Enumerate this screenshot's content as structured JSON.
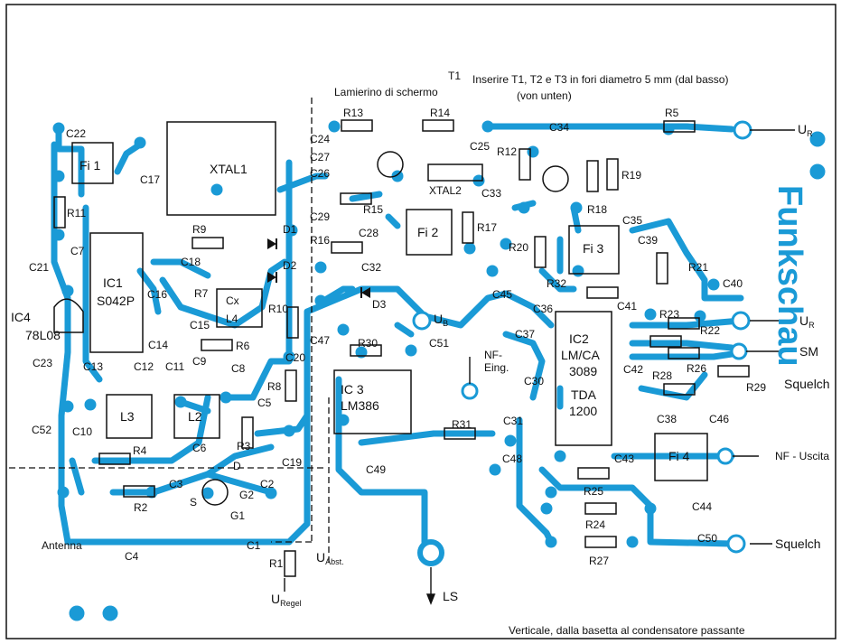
{
  "notes": {
    "top_instruction": "Inserire T1, T2 e T3 in fori diametro 5 mm (dal basso)",
    "top_instruction_de": "(von unten)",
    "shield": "Lamierino di schermo",
    "bottom_instruction": "Verticale, dalla basetta al condensatore passante",
    "t1_label": "T1",
    "brand": "Funkschau"
  },
  "connectors": {
    "ur_top": "U",
    "ur_top_sub": "R",
    "ur_mid": "U",
    "ur_mid_sub": "R",
    "sm": "SM",
    "squelch_r": "Squelch",
    "nf_out": "NF - Uscita",
    "squelch_bottom": "Squelch",
    "ub": "U",
    "ub_sub": "B",
    "nf_in": "NF-",
    "nf_in2": "Eing.",
    "ls": "LS",
    "antenna": "Antenna",
    "uabst": "U",
    "uabst_sub": "Abst.",
    "uregel": "U",
    "uregel_sub": "Regel"
  },
  "ics": {
    "ic1": "IC1",
    "ic1_part": "S042P",
    "ic2": "IC2",
    "ic2_part": "LM/CA",
    "ic2_part2": "3089",
    "ic2_tda": "TDA",
    "ic2_tda2": "1200",
    "ic3": "IC 3",
    "ic3_part": "LM386",
    "ic4": "IC4",
    "ic4_part": "78L08"
  },
  "filters": [
    "Fi 1",
    "Fi 2",
    "Fi 3",
    "Fi 4"
  ],
  "crystals": [
    "XTAL1",
    "XTAL2"
  ],
  "coils": [
    "L2",
    "L3",
    "L4",
    "Cx"
  ],
  "transistor_pins": [
    "S",
    "G1",
    "G2",
    "D"
  ],
  "resistors": [
    "R1",
    "R2",
    "R3",
    "R4",
    "R5",
    "R6",
    "R7",
    "R8",
    "R9",
    "R10",
    "R11",
    "R12",
    "R13",
    "R14",
    "R15",
    "R16",
    "R17",
    "R18",
    "R19",
    "R20",
    "R21",
    "R22",
    "R23",
    "R24",
    "R25",
    "R26",
    "R27",
    "R28",
    "R29",
    "R30",
    "R31",
    "R32"
  ],
  "capacitors": [
    "C1",
    "C2",
    "C3",
    "C4",
    "C5",
    "C6",
    "C7",
    "C8",
    "C9",
    "C10",
    "C11",
    "C12",
    "C13",
    "C14",
    "C15",
    "C16",
    "C17",
    "C18",
    "C19",
    "C20",
    "C21",
    "C22",
    "C23",
    "C24",
    "C25",
    "C26",
    "C27",
    "C28",
    "C29",
    "C30",
    "C31",
    "C32",
    "C33",
    "C34",
    "C35",
    "C36",
    "C37",
    "C38",
    "C39",
    "C40",
    "C41",
    "C42",
    "C43",
    "C44",
    "C45",
    "C46",
    "C47",
    "C48",
    "C49",
    "C50",
    "C51",
    "C52"
  ],
  "diodes": [
    "D1",
    "D2",
    "D3"
  ],
  "colors": {
    "trace": "#1a9ad6",
    "ink": "#111111",
    "background": "#ffffff"
  }
}
